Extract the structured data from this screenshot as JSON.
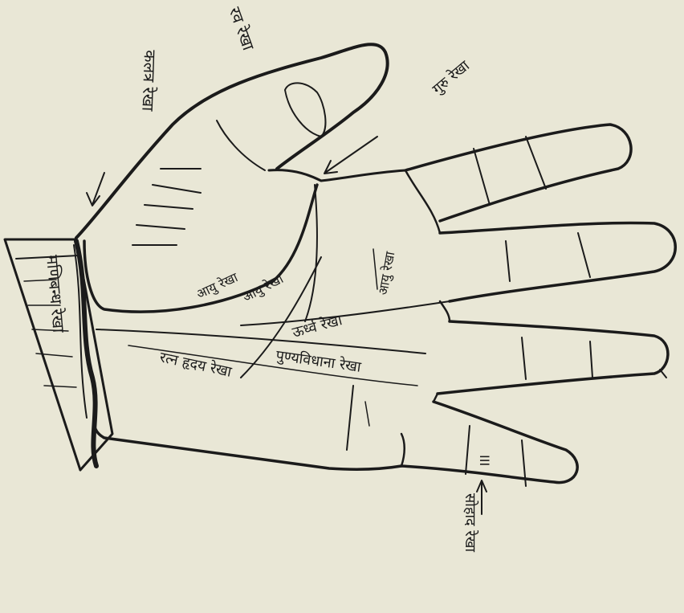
{
  "diagram": {
    "labels": {
      "thumb_tip": "रव रेखा",
      "thumb_side": "कलत्र रेखा",
      "index_base": "गुरु रेखा",
      "wrist": "मणिबन्ध रेखा",
      "mount_venus_a": "आयु रेखा",
      "mount_venus_b": "आयु रेखा",
      "center_vertical": "ऊर्ध्व रेखा",
      "middle_base": "आयु रेखा",
      "head_line": "पुण्यविधाना रेखा",
      "lower_line": "रत्न हृदय रेखा",
      "pinky": "सोहाद रेखा",
      "pinky_marks": "III"
    }
  }
}
